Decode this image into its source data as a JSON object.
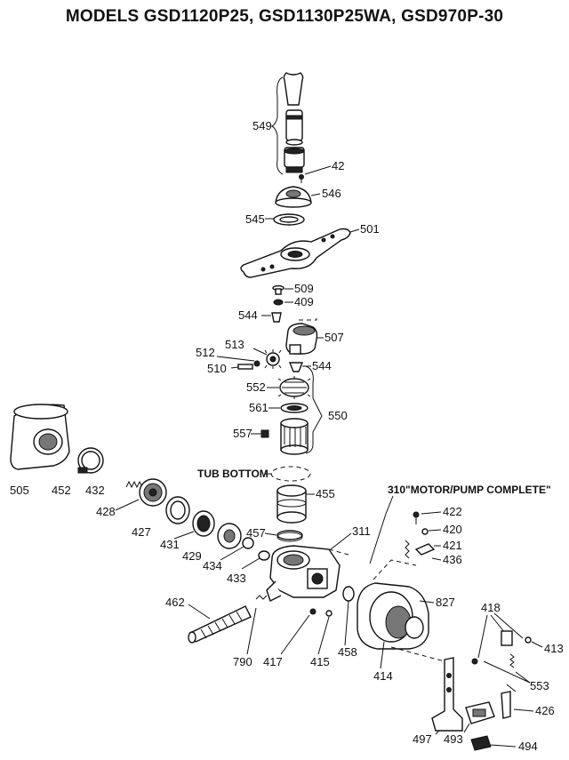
{
  "title": "MODELS GSD1120P25, GSD1130P25WA, GSD970P-30",
  "labels": {
    "p549": "549",
    "p42": "42",
    "p546": "546",
    "p545": "545",
    "p501": "501",
    "p509": "509",
    "p409": "409",
    "p544a": "544",
    "p507": "507",
    "p513": "513",
    "p512": "512",
    "p510": "510",
    "p544b": "544",
    "p552": "552",
    "p561": "561",
    "p550": "550",
    "p557": "557",
    "tub_bottom": "TUB BOTTOM",
    "p455": "455",
    "p310": "310\"MOTOR/PUMP COMPLETE\"",
    "p505": "505",
    "p452": "452",
    "p432": "432",
    "p428": "428",
    "p427": "427",
    "p431": "431",
    "p429": "429",
    "p434": "434",
    "p457": "457",
    "p311": "311",
    "p433": "433",
    "p422": "422",
    "p420": "420",
    "p421": "421",
    "p436": "436",
    "p462": "462",
    "p827": "827",
    "p418": "418",
    "p413": "413",
    "p790": "790",
    "p417": "417",
    "p415": "415",
    "p458": "458",
    "p414": "414",
    "p553": "553",
    "p426": "426",
    "p497": "497",
    "p493": "493",
    "p494": "494"
  }
}
